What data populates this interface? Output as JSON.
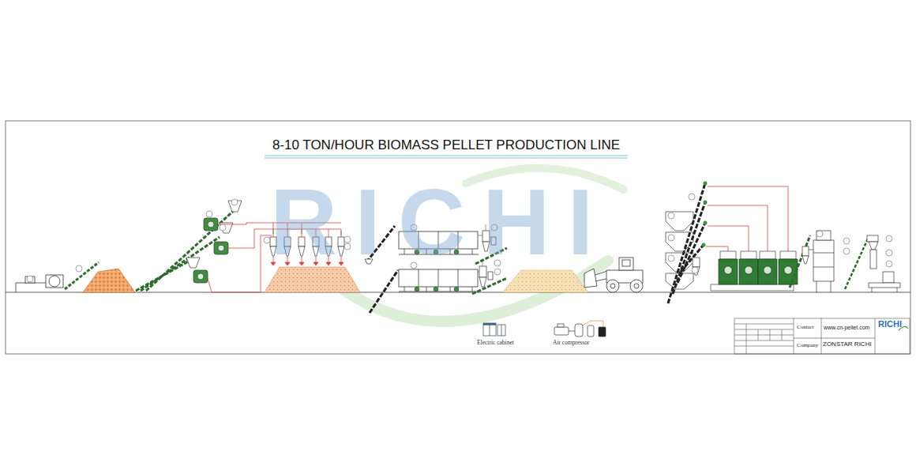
{
  "diagram": {
    "title": "8-10 TON/HOUR BIOMASS PELLET PRODUCTION LINE",
    "nodes": [
      {
        "text": [
          "Contact",
          "www.cn-pellet.com",
          "Company",
          "ZONSTAR RICHI"
        ]
      }
    ],
    "labels": [
      "RICHI",
      "Electric cabinet",
      "Air compressor",
      "RICHI"
    ]
  }
}
